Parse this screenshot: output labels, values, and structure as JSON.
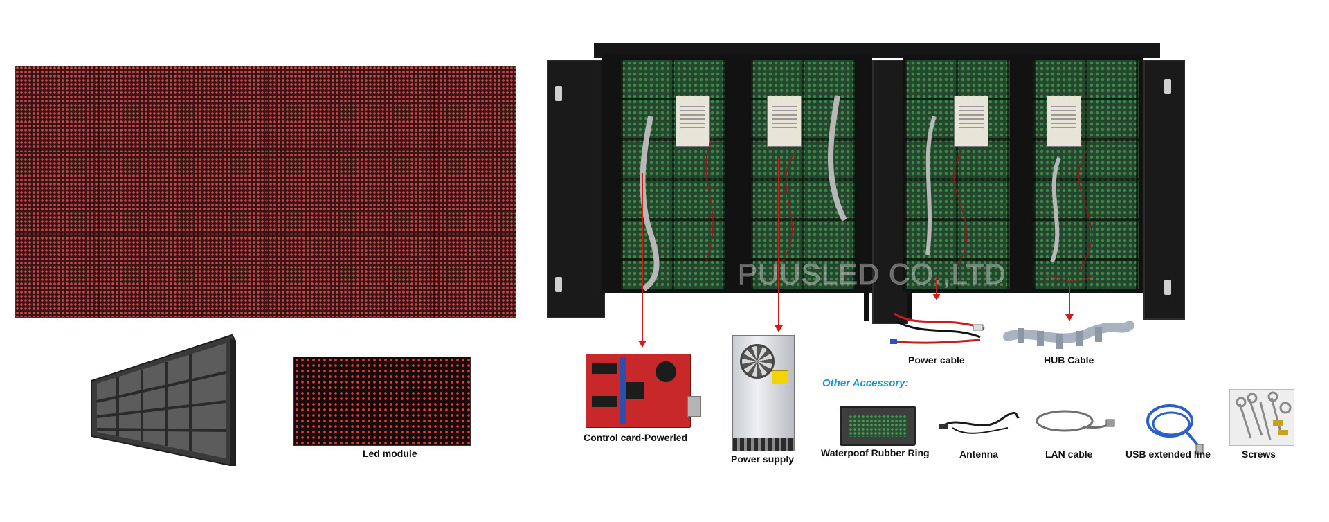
{
  "watermark": "PUUSLED CO.,LTD",
  "accessory_section_title": "Other Accessory:",
  "labels": {
    "led_module": "Led module",
    "control_card": "Control card-Powerled",
    "power_supply": "Power supply",
    "power_cable": "Power cable",
    "hub_cable": "HUB Cable",
    "rubber_ring": "Waterpoof Rubber Ring",
    "antenna": "Antenna",
    "lan_cable": "LAN cable",
    "usb_line": "USB extended line",
    "screws": "Screws"
  },
  "colors": {
    "arrow": "#d21b1b",
    "accessory_title": "#1596d3",
    "led_red": "#c94a4a",
    "pcb_green": "#26452e",
    "card_red": "#c8282a"
  }
}
